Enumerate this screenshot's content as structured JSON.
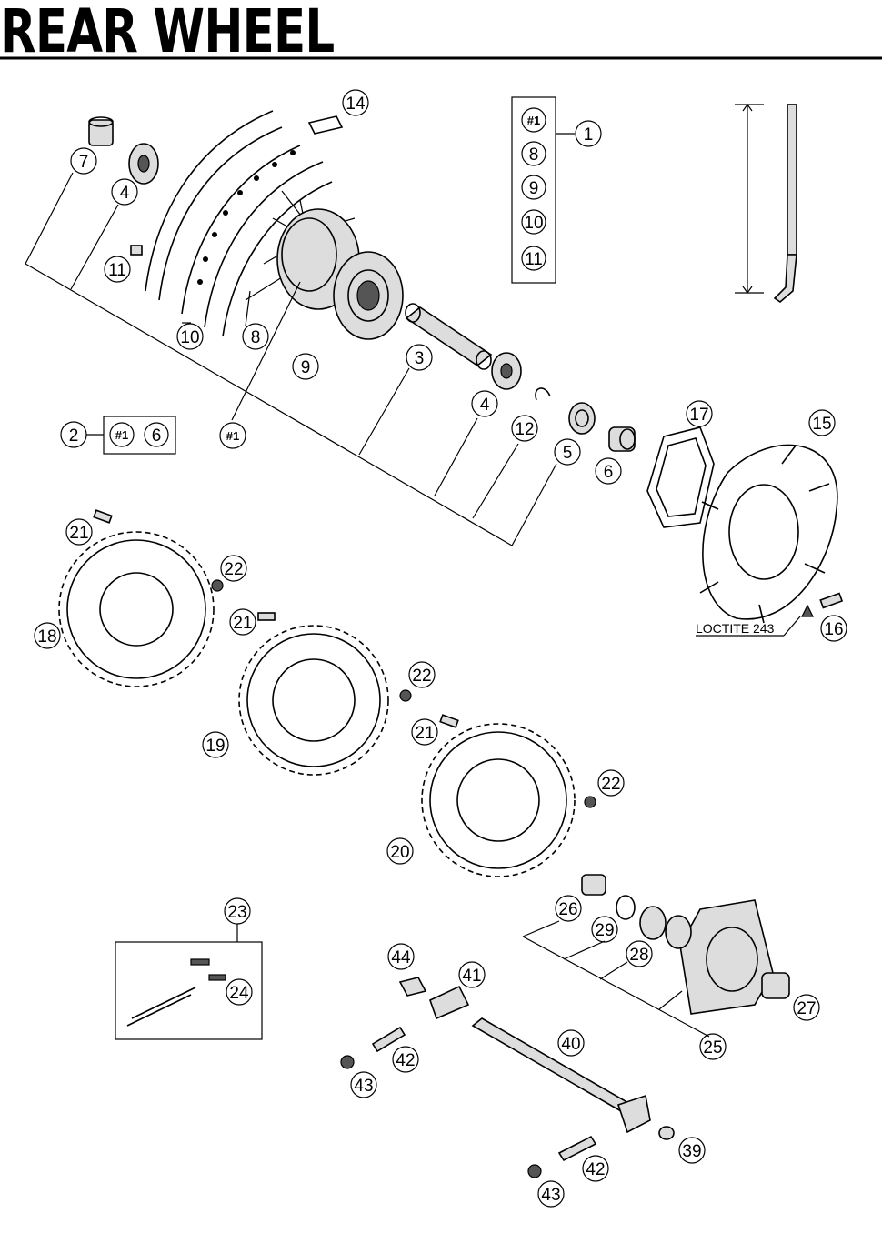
{
  "title": "REAR WHEEL",
  "note": "LOCTITE 243",
  "callouts": {
    "c1": "1",
    "c2": "2",
    "c3": "3",
    "c4a": "4",
    "c4b": "4",
    "c5": "5",
    "c6a": "6",
    "c6b": "6",
    "c7": "7",
    "c8a": "8",
    "c8b": "8",
    "c9a": "9",
    "c9b": "9",
    "c10a": "10",
    "c10b": "10",
    "c11a": "11",
    "c11b": "11",
    "c12": "12",
    "c14": "14",
    "c15": "15",
    "c16": "16",
    "c17": "17",
    "c18": "18",
    "c19": "19",
    "c20": "20",
    "c21a": "21",
    "c21b": "21",
    "c21c": "21",
    "c22a": "22",
    "c22b": "22",
    "c22c": "22",
    "c23": "23",
    "c24": "24",
    "c25": "25",
    "c26": "26",
    "c27": "27",
    "c28": "28",
    "c29": "29",
    "c39": "39",
    "c40": "40",
    "c41": "41",
    "c42a": "42",
    "c42b": "42",
    "c43a": "43",
    "c43b": "43",
    "c44": "44",
    "h1a": "#1",
    "h1b": "#1",
    "h1c": "#1"
  }
}
